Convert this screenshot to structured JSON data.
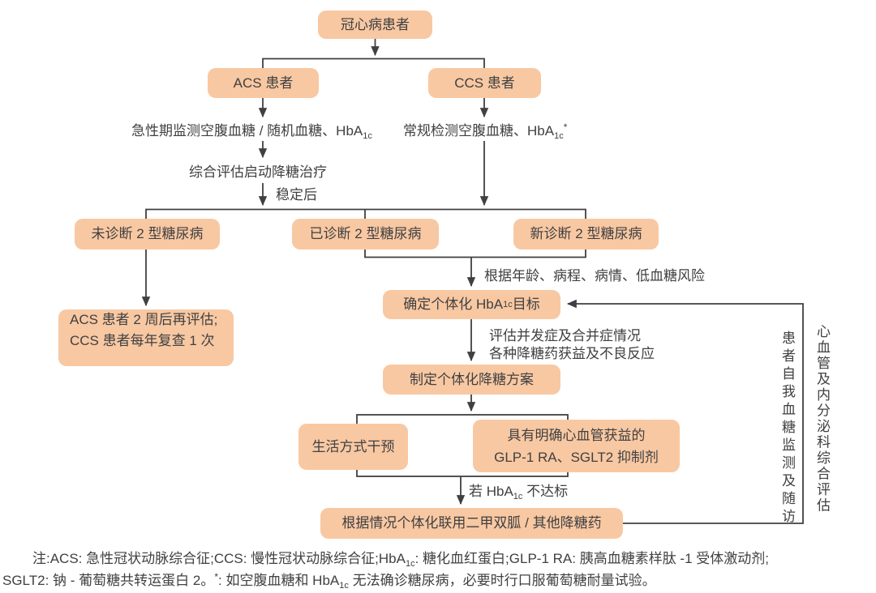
{
  "colors": {
    "box_fill": "#F8C8A2",
    "line": "#404042",
    "text": "#404042",
    "background": "#FFFFFF"
  },
  "flowchart": {
    "nodes": {
      "chd": "冠心病患者",
      "acs": "ACS 患者",
      "ccs": "CCS 患者",
      "undiagnosed": "未诊断 2 型糖尿病",
      "diagnosed": "已诊断 2 型糖尿病",
      "new_diagnosed": "新诊断 2 型糖尿病",
      "reassess_line1": "ACS 患者 2 周后再评估;",
      "reassess_line2": "CCS 患者每年复查 1 次",
      "target": "确定个体化 HbA~1c~ 目标",
      "plan": "制定个体化降糖方案",
      "lifestyle": "生活方式干预",
      "glp_line1": "具有明确心血管获益的",
      "glp_line2": "GLP-1 RA、SGLT2 抑制剂",
      "combo": "根据情况个体化联用二甲双胍 / 其他降糖药"
    },
    "labels": {
      "acs_monitor": "急性期监测空腹血糖 / 随机血糖、HbA~1c~",
      "ccs_monitor": "常规检测空腹血糖、HbA~1c~^*^",
      "comprehensive": "综合评估启动降糖治疗",
      "stable": "稳定后",
      "risk": "根据年龄、病程、病情、低血糖风险",
      "assess_line1": "评估并发症及合并症情况",
      "assess_line2": "各种降糖药获益及不良反应",
      "not_reach": "若 HbA~1c~ 不达标",
      "smbg_vertical": "患者自我血糖监测及随访",
      "cardio_vertical": "心血管及内分泌科综合评估"
    },
    "note": {
      "line1": "注:ACS: 急性冠状动脉综合征;CCS: 慢性冠状动脉综合征;HbA~1c~: 糖化血红蛋白;GLP-1 RA: 胰高血糖素样肽 -1 受体激动剂;",
      "line2": "SGLT2: 钠 - 葡萄糖共转运蛋白 2。^*^: 如空腹血糖和 HbA~1c~ 无法确诊糖尿病，必要时行口服葡萄糖耐量试验。"
    }
  }
}
